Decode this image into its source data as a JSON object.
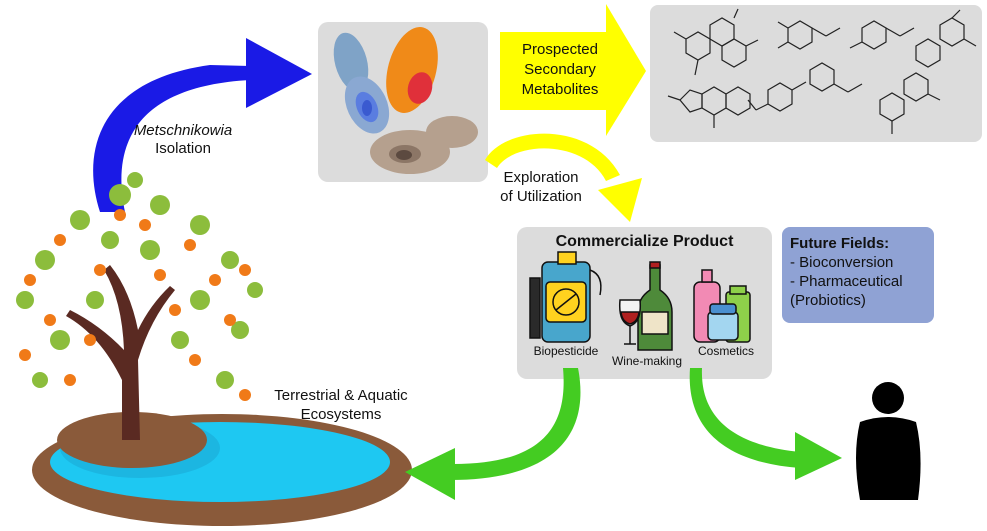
{
  "labels": {
    "isolation_italic": "Metschnikowia",
    "isolation_rest": "Isolation",
    "metabolites": [
      "Prospected",
      "Secondary",
      "Metabolites"
    ],
    "exploration": [
      "Exploration",
      "of Utilization"
    ],
    "commercialize_title": "Commercialize Product",
    "biopesticide": "Biopesticide",
    "winemaking": "Wine-making",
    "cosmetics": "Cosmetics",
    "ecosystems": [
      "Terrestrial & Aquatic",
      "Ecosystems"
    ],
    "future_title": "Future Fields:",
    "future_items": [
      "- Bioconversion",
      "- Pharmaceutical",
      "(Probiotics)"
    ]
  },
  "colors": {
    "isolation_arrow": "#1a1ae6",
    "metabolite_arrow": "#ffff00",
    "exploration_arrow": "#ffff00",
    "return_arrows": "#44cc22",
    "panel_gray": "#dcdcdc",
    "future_panel": "#8fa2d4",
    "water": "#1ec8f2",
    "soil": "#8a5a3a",
    "tree_trunk": "#5a2a22",
    "fruit": "#f07a18",
    "leaf": "#8cbd3c"
  },
  "icons": [
    "yeast-cells-icon",
    "tree-icon",
    "pond-icon",
    "sprayer-icon",
    "wine-bottle-icon",
    "cosmetics-icon",
    "person-icon",
    "molecule-structures-icon"
  ]
}
